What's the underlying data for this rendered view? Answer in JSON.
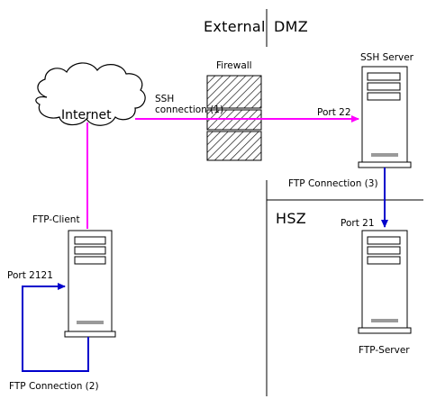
{
  "zones": {
    "external": "External",
    "dmz": "DMZ",
    "hsz": "HSZ"
  },
  "nodes": {
    "internet": "Internet",
    "firewall": "Firewall",
    "ssh_server": "SSH Server",
    "ftp_client": "FTP-Client",
    "ftp_server": "FTP-Server"
  },
  "connections": {
    "ssh_line1": "SSH",
    "ssh_line2": "connection (1)",
    "port_22": "Port 22",
    "ftp_conn_3": "FTP Connection (3)",
    "port_21": "Port 21",
    "port_2121": "Port 2121",
    "ftp_conn_2": "FTP Connection (2)"
  },
  "colors": {
    "ssh_link": "#ff00ff",
    "ftp_link": "#0000cc",
    "zone_line": "#000000"
  }
}
